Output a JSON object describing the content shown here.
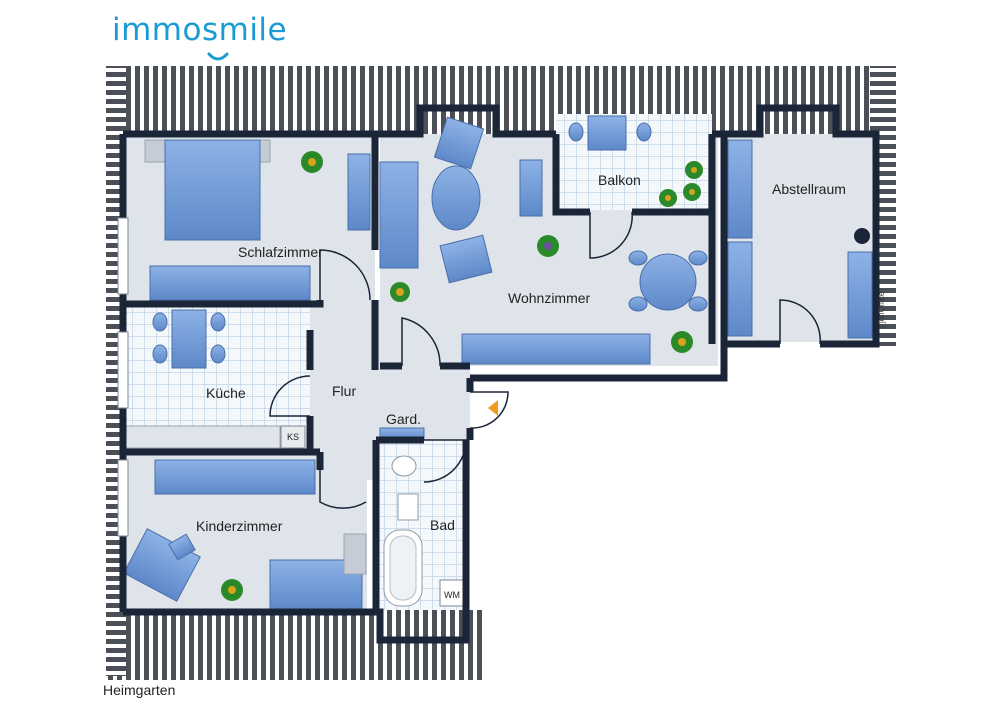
{
  "logo": {
    "text": "immosmile",
    "color": "#1a9bd3"
  },
  "caption": "Heimgarten",
  "rooms": {
    "schlafzimmer": "Schlafzimmer",
    "wohnzimmer": "Wohnzimmer",
    "balkon": "Balkon",
    "abstellraum": "Abstellraum",
    "kueche": "Küche",
    "flur": "Flur",
    "garderobe": "Gard.",
    "bad": "Bad",
    "kinderzimmer": "Kinderzimmer"
  },
  "appliances": {
    "fridge": "KS",
    "washer": "WM"
  },
  "watermark": "[ ]onOffice",
  "colors": {
    "wall": "#1b2538",
    "furniture": "#6f9bd8",
    "floor": "#dfe4ea",
    "tile": "#f4f8fb",
    "slope": "#c3c7cd",
    "plant": "#2a8a2a",
    "entry-arrow": "#f29a1f"
  }
}
